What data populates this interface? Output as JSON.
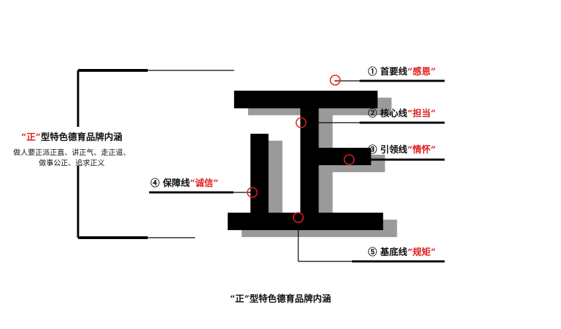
{
  "glyph": {
    "char": "正",
    "color": "#000000",
    "shadow_color": "#9a9a9a"
  },
  "accent_color": "#e02020",
  "left_panel": {
    "title_quote": "“正”",
    "title_rest": "型特色德育品牌内涵",
    "subtitle_line1": "做人要正派正直、讲正气、走正道、",
    "subtitle_line2": "做事公正、追求正义"
  },
  "lines": [
    {
      "number": "①",
      "name": "首要线",
      "quote": "“感恩”"
    },
    {
      "number": "②",
      "name": "核心线",
      "quote": "“担当”"
    },
    {
      "number": "③",
      "name": "引领线",
      "quote": "“情怀”"
    },
    {
      "number": "④",
      "name": "保障线",
      "quote": "“诚信”"
    },
    {
      "number": "⑤",
      "name": "基底线",
      "quote": "“规矩”"
    }
  ],
  "caption": "“正”型特色德育品牌内涵"
}
